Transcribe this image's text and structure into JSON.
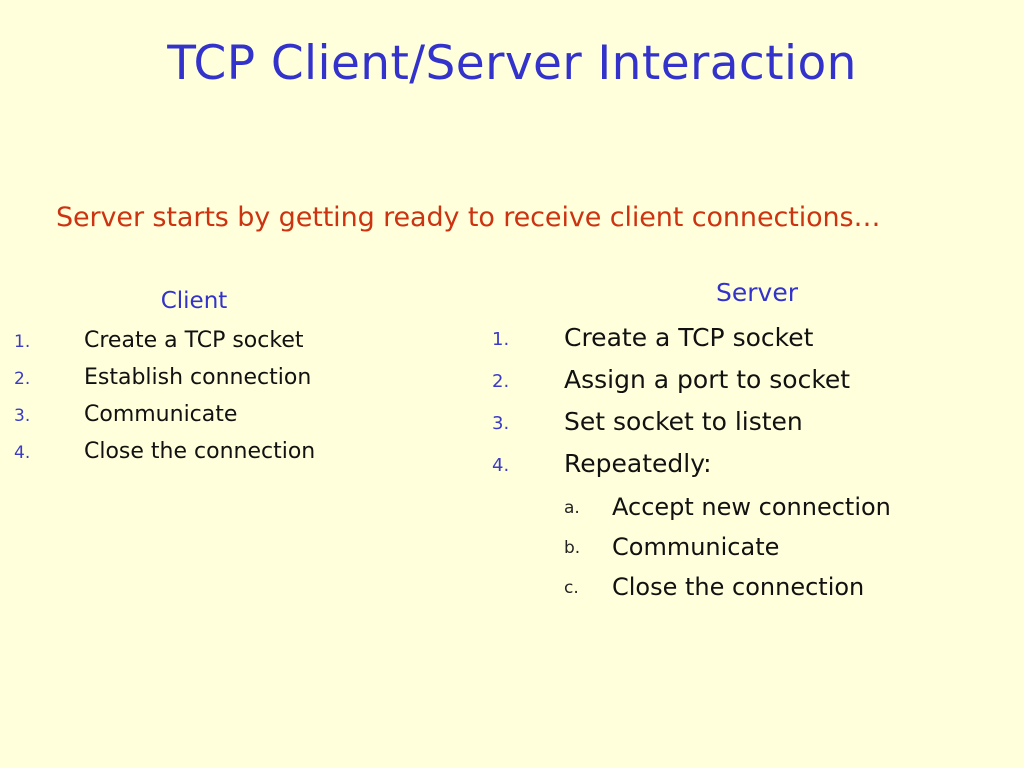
{
  "slide": {
    "background_color": "#ffffdc",
    "title": "TCP Client/Server Interaction",
    "title_color": "#3333cc",
    "subtitle": "Server starts by getting ready to receive client connections…",
    "subtitle_color": "#cc3311",
    "text_color": "#111111",
    "marker_color": "#3b3bc4"
  },
  "client": {
    "heading": "Client",
    "steps": [
      {
        "marker": "1.",
        "text": "Create a TCP socket"
      },
      {
        "marker": "2.",
        "text": "Establish connection"
      },
      {
        "marker": "3.",
        "text": "Communicate"
      },
      {
        "marker": "4.",
        "text": "Close the connection"
      }
    ]
  },
  "server": {
    "heading": "Server",
    "steps": [
      {
        "marker": "1.",
        "text": "Create a TCP socket"
      },
      {
        "marker": "2.",
        "text": "Assign a port to socket"
      },
      {
        "marker": "3.",
        "text": "Set socket to listen"
      },
      {
        "marker": "4.",
        "text": "Repeatedly:"
      }
    ],
    "substeps": [
      {
        "marker": "a.",
        "text": "Accept new connection"
      },
      {
        "marker": "b.",
        "text": "Communicate"
      },
      {
        "marker": "c.",
        "text": "Close the connection"
      }
    ]
  }
}
